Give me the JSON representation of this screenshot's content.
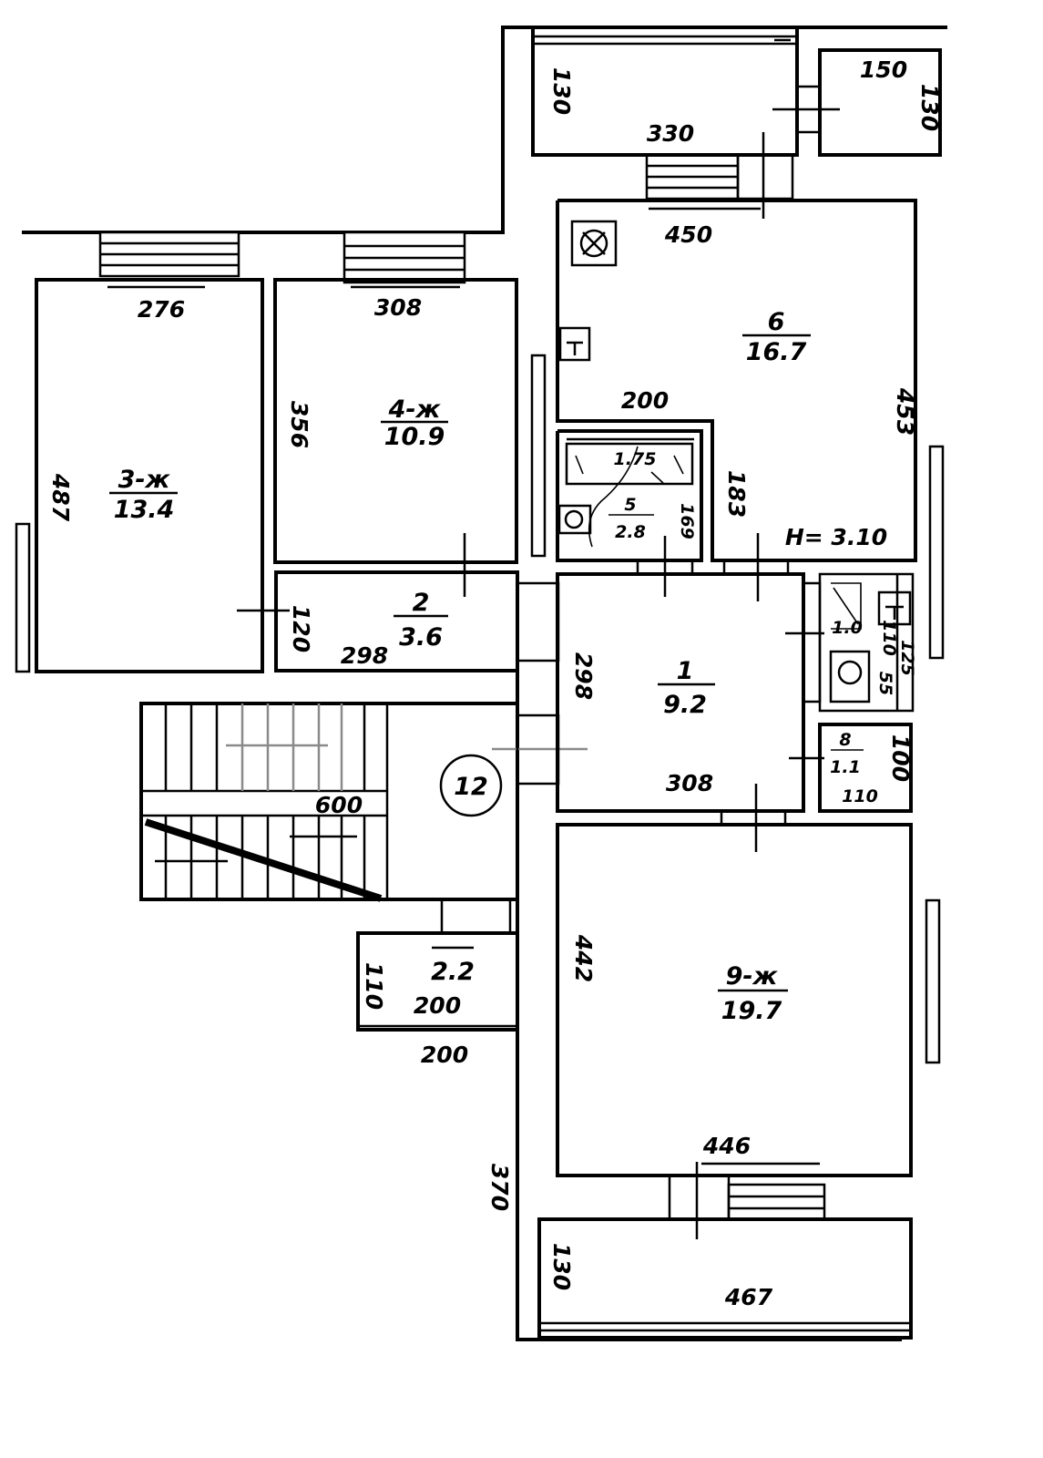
{
  "rooms": {
    "r1": {
      "number": "1",
      "area": "9.2"
    },
    "r2": {
      "number": "2",
      "area": "3.6"
    },
    "r3": {
      "number": "3-ж",
      "area": "13.4"
    },
    "r4": {
      "number": "4-ж",
      "area": "10.9"
    },
    "r5": {
      "number": "5",
      "area": "2.8"
    },
    "r6": {
      "number": "6",
      "area": "16.7"
    },
    "r8": {
      "number": "8",
      "area": "1.1"
    },
    "r9": {
      "number": "9-ж",
      "area": "19.7"
    },
    "storage": {
      "area": "2.2"
    },
    "wc": {
      "area": "1.0"
    }
  },
  "dimensions": {
    "top_balcony_depth": "130",
    "top_balcony_width": "330",
    "top_small_w": "150",
    "top_small_d": "130",
    "kitchen_width": "450",
    "r3_width": "276",
    "r3_length": "487",
    "r4_width": "308",
    "r4_length": "356",
    "r6_length": "453",
    "bath_cut": "200",
    "bath_tub": "1.75",
    "bath_height": "183",
    "bath_depth": "169",
    "ceiling_height": "H= 3.10",
    "r2_depth": "120",
    "r2_width": "298",
    "r1_depth": "298",
    "r1_width": "308",
    "r8_depth": "100",
    "r8_width": "110",
    "wc_a": "110",
    "wc_b": "125",
    "wc_c": "55",
    "stair_width": "600",
    "storage_depth": "110",
    "storage_width": "200",
    "storage_outer": "200",
    "r9_length": "442",
    "r9_width": "446",
    "bottom_offset": "370",
    "bottom_balcony_depth": "130",
    "bottom_balcony_width": "467"
  },
  "stair_marker": "12"
}
